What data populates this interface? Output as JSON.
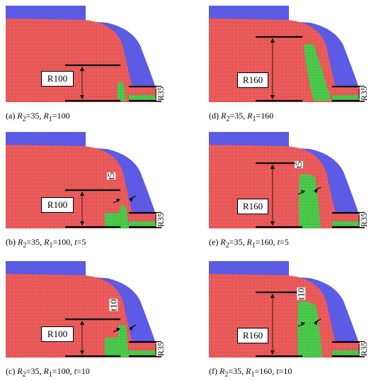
{
  "figure": {
    "panels": [
      {
        "id": "a",
        "caption": "(a) R2=35, R1=100",
        "caption_parts": {
          "tag": "(a)",
          "r2_name": "R",
          "r2_sub": "2",
          "r2_val": "=35,",
          "r1_name": "R",
          "r1_sub": "1",
          "r1_val": "=100",
          "t_part": ""
        },
        "radius_label": "R100",
        "r2_label": "R35",
        "thickness_label": ""
      },
      {
        "id": "d",
        "caption": "(d) R2=35, R1=160",
        "caption_parts": {
          "tag": "(d)",
          "r2_name": "R",
          "r2_sub": "2",
          "r2_val": "=35,",
          "r1_name": "R",
          "r1_sub": "1",
          "r1_val": "=160",
          "t_part": ""
        },
        "radius_label": "R160",
        "r2_label": "R35",
        "thickness_label": ""
      },
      {
        "id": "b",
        "caption": "(b) R2=35, R1=100, t=5",
        "caption_parts": {
          "tag": "(b)",
          "r2_name": "R",
          "r2_sub": "2",
          "r2_val": "=35,",
          "r1_name": "R",
          "r1_sub": "1",
          "r1_val": "=100,",
          "t_part": "t=5"
        },
        "radius_label": "R100",
        "r2_label": "R35",
        "thickness_label": "t5"
      },
      {
        "id": "e",
        "caption": "(e) R2=35, R1=160, t=5",
        "caption_parts": {
          "tag": "(e)",
          "r2_name": "R",
          "r2_sub": "2",
          "r2_val": "=35,",
          "r1_name": "R",
          "r1_sub": "1",
          "r1_val": "=160,",
          "t_part": "t=5"
        },
        "radius_label": "R160",
        "r2_label": "R35",
        "thickness_label": "t5"
      },
      {
        "id": "c",
        "caption": "(c) R2=35, R1=100, t=10",
        "caption_parts": {
          "tag": "(c)",
          "r2_name": "R",
          "r2_sub": "2",
          "r2_val": "=35,",
          "r1_name": "R",
          "r1_sub": "1",
          "r1_val": "=100,",
          "t_part": "t=10"
        },
        "radius_label": "R100",
        "r2_label": "R35",
        "thickness_label": "t10"
      },
      {
        "id": "f",
        "caption": "(f) R2=35, R1=160, t=10",
        "caption_parts": {
          "tag": "(f)",
          "r2_name": "R",
          "r2_sub": "2",
          "r2_val": "=35,",
          "r1_name": "R",
          "r1_sub": "1",
          "r1_val": "=160,",
          "t_part": "t=10"
        },
        "radius_label": "R160",
        "r2_label": "R35",
        "thickness_label": "t10"
      }
    ],
    "colors": {
      "blue": "#5b5be6",
      "red": "#ee5c5c",
      "green": "#4ccd4c",
      "mesh_line": "#7a2a2a",
      "black": "#000000"
    }
  }
}
